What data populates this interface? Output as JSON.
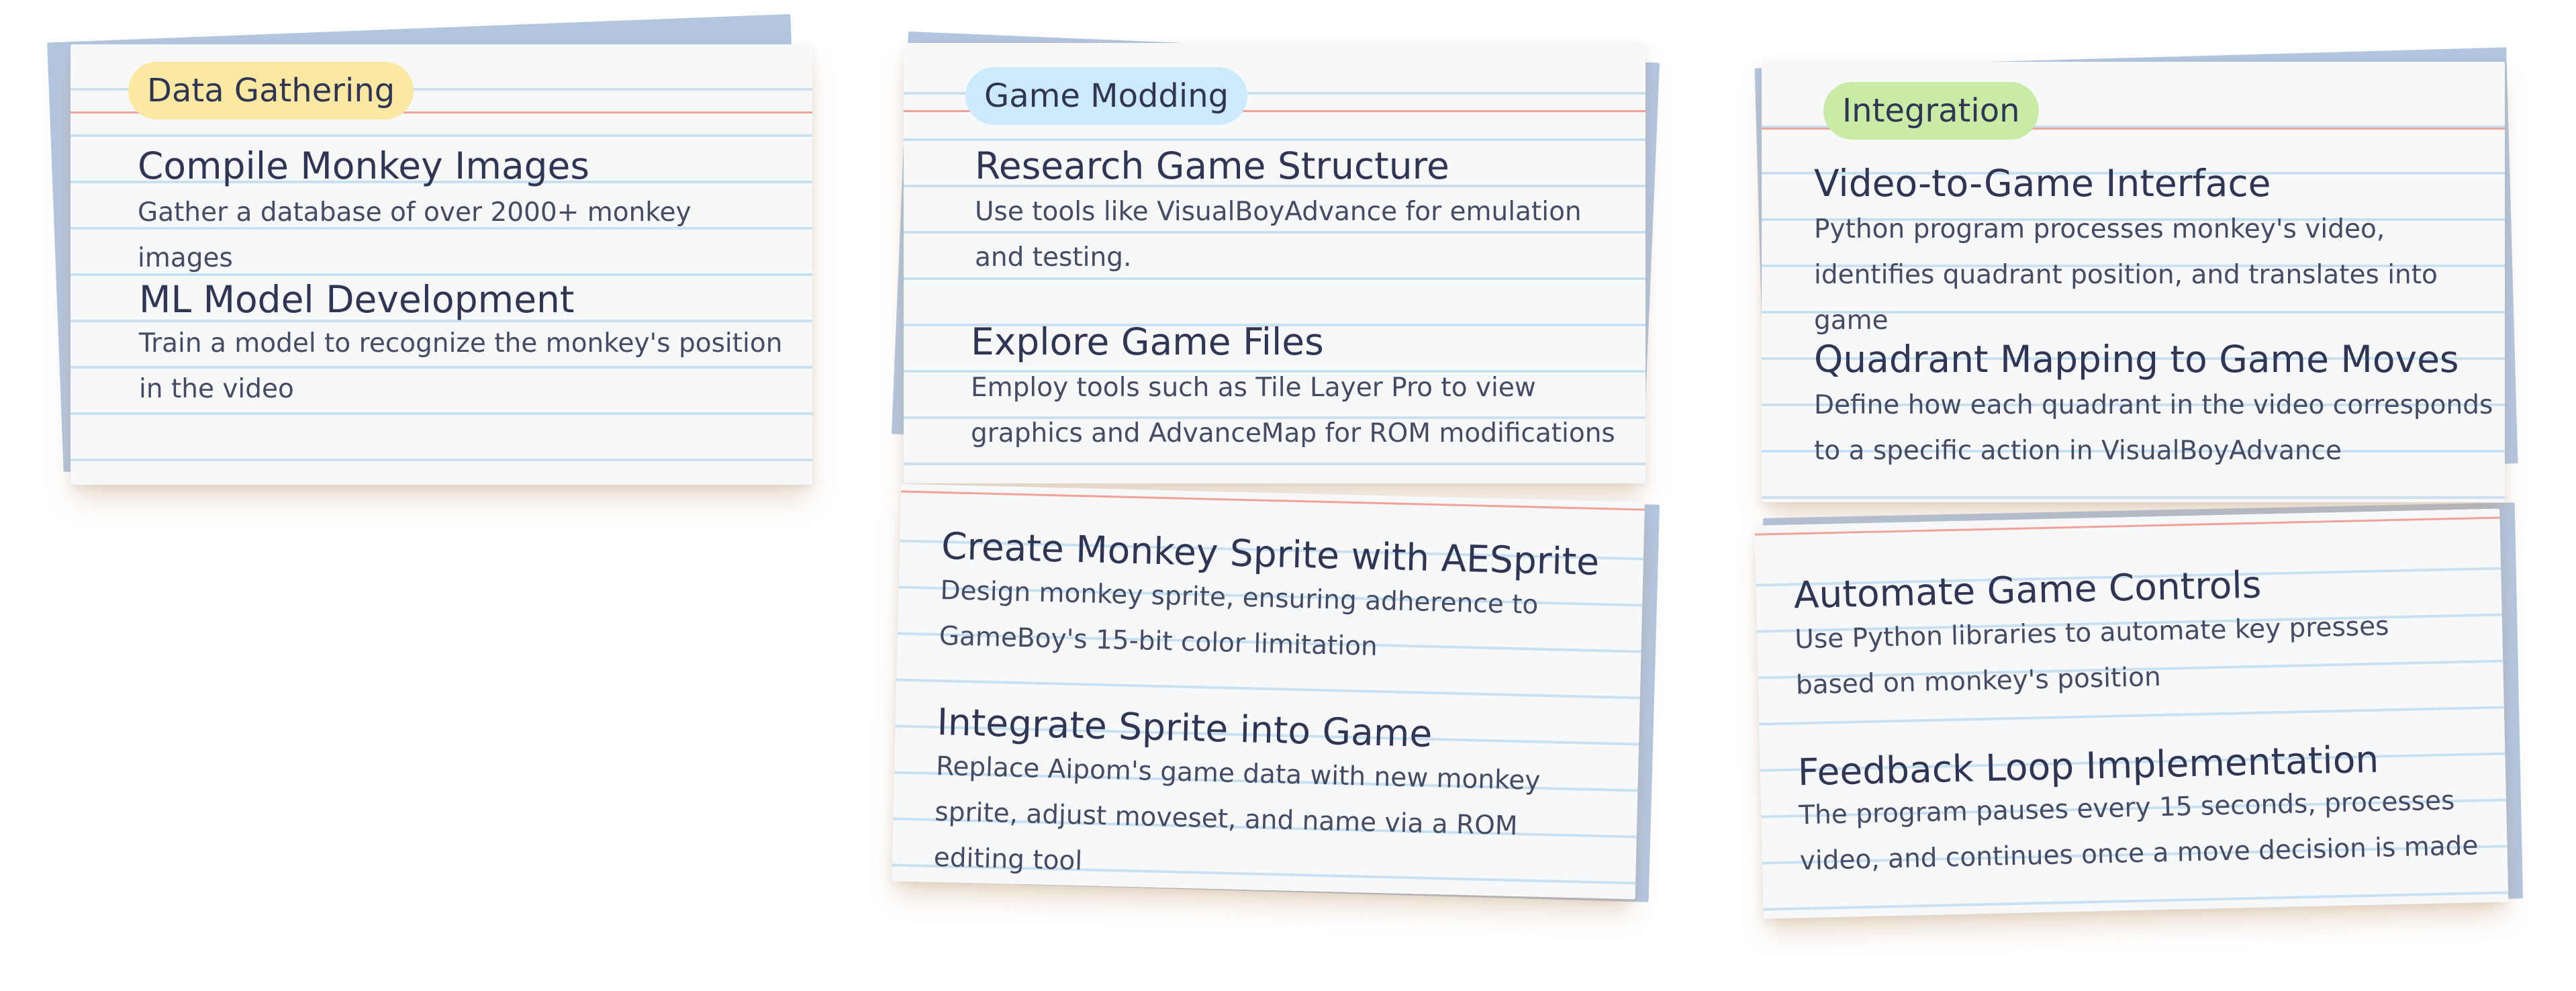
{
  "colors": {
    "card_background": "#f6f8fa",
    "ruled_line": "#c8e1f2",
    "top_margin_line": "#f2a29a",
    "backing_sheet": "#b3c6e0",
    "text": "#2f3553",
    "data_gathering_pill": "#fbe8a3",
    "game_modding_pill": "#cdeafc",
    "integration_pill": "#c8eca6"
  },
  "columns": [
    {
      "category": "Data Gathering",
      "cards": [
        {
          "items": [
            {
              "title": "Compile Monkey Images",
              "description": "Gather a database of over 2000+ monkey images"
            },
            {
              "title": "ML Model Development",
              "description": "Train a model to recognize the monkey's position in the video"
            }
          ]
        }
      ]
    },
    {
      "category": "Game Modding",
      "cards": [
        {
          "items": [
            {
              "title": "Research Game Structure",
              "description": "Use tools like VisualBoyAdvance for emulation and testing."
            },
            {
              "title": "Explore Game Files",
              "description": "Employ tools such as Tile Layer Pro to view graphics and AdvanceMap for ROM modifications"
            }
          ]
        },
        {
          "items": [
            {
              "title": "Create Monkey Sprite with AESprite",
              "description": "Design monkey sprite, ensuring adherence to GameBoy's 15-bit color limitation"
            },
            {
              "title": "Integrate Sprite into Game",
              "description": "Replace Aipom's game data with new monkey sprite, adjust moveset, and name via a ROM editing tool"
            }
          ]
        }
      ]
    },
    {
      "category": "Integration",
      "cards": [
        {
          "items": [
            {
              "title": "Video-to-Game Interface",
              "description": "Python program processes monkey's video, identifies quadrant position, and translates into game"
            },
            {
              "title": "Quadrant Mapping to Game Moves",
              "description": "Define how each quadrant in the video corresponds to a specific action in VisualBoyAdvance"
            }
          ]
        },
        {
          "items": [
            {
              "title": "Automate Game Controls",
              "description": "Use Python libraries to automate key presses based on monkey's position"
            },
            {
              "title": "Feedback Loop Implementation",
              "description": "The program pauses every 15 seconds, processes video, and continues once a move decision is made"
            }
          ]
        }
      ]
    }
  ]
}
